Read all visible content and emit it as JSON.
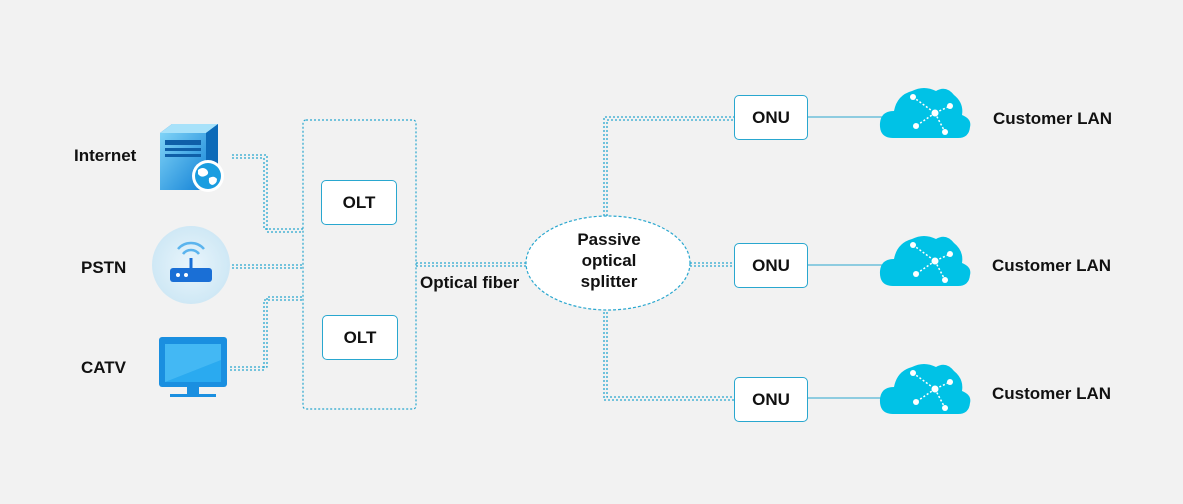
{
  "sources": [
    {
      "label": "Internet",
      "icon": "server-globe-icon"
    },
    {
      "label": "PSTN",
      "icon": "router-icon"
    },
    {
      "label": "CATV",
      "icon": "tv-monitor-icon"
    }
  ],
  "olts": [
    {
      "label": "OLT"
    },
    {
      "label": "OLT"
    }
  ],
  "fiber_label": "Optical fiber",
  "splitter": {
    "lines": [
      "Passive",
      "optical",
      "splitter"
    ]
  },
  "onus": [
    {
      "label": "ONU"
    },
    {
      "label": "ONU"
    },
    {
      "label": "ONU"
    }
  ],
  "customers": [
    {
      "label": "Customer LAN",
      "icon": "network-cloud-icon"
    },
    {
      "label": "Customer LAN",
      "icon": "network-cloud-icon"
    },
    {
      "label": "Customer LAN",
      "icon": "network-cloud-icon"
    }
  ],
  "colors": {
    "accent": "#29a7cf",
    "icon_blue": "#1a9de0",
    "cloud": "#00c2e6",
    "background": "#f2f2f2"
  }
}
